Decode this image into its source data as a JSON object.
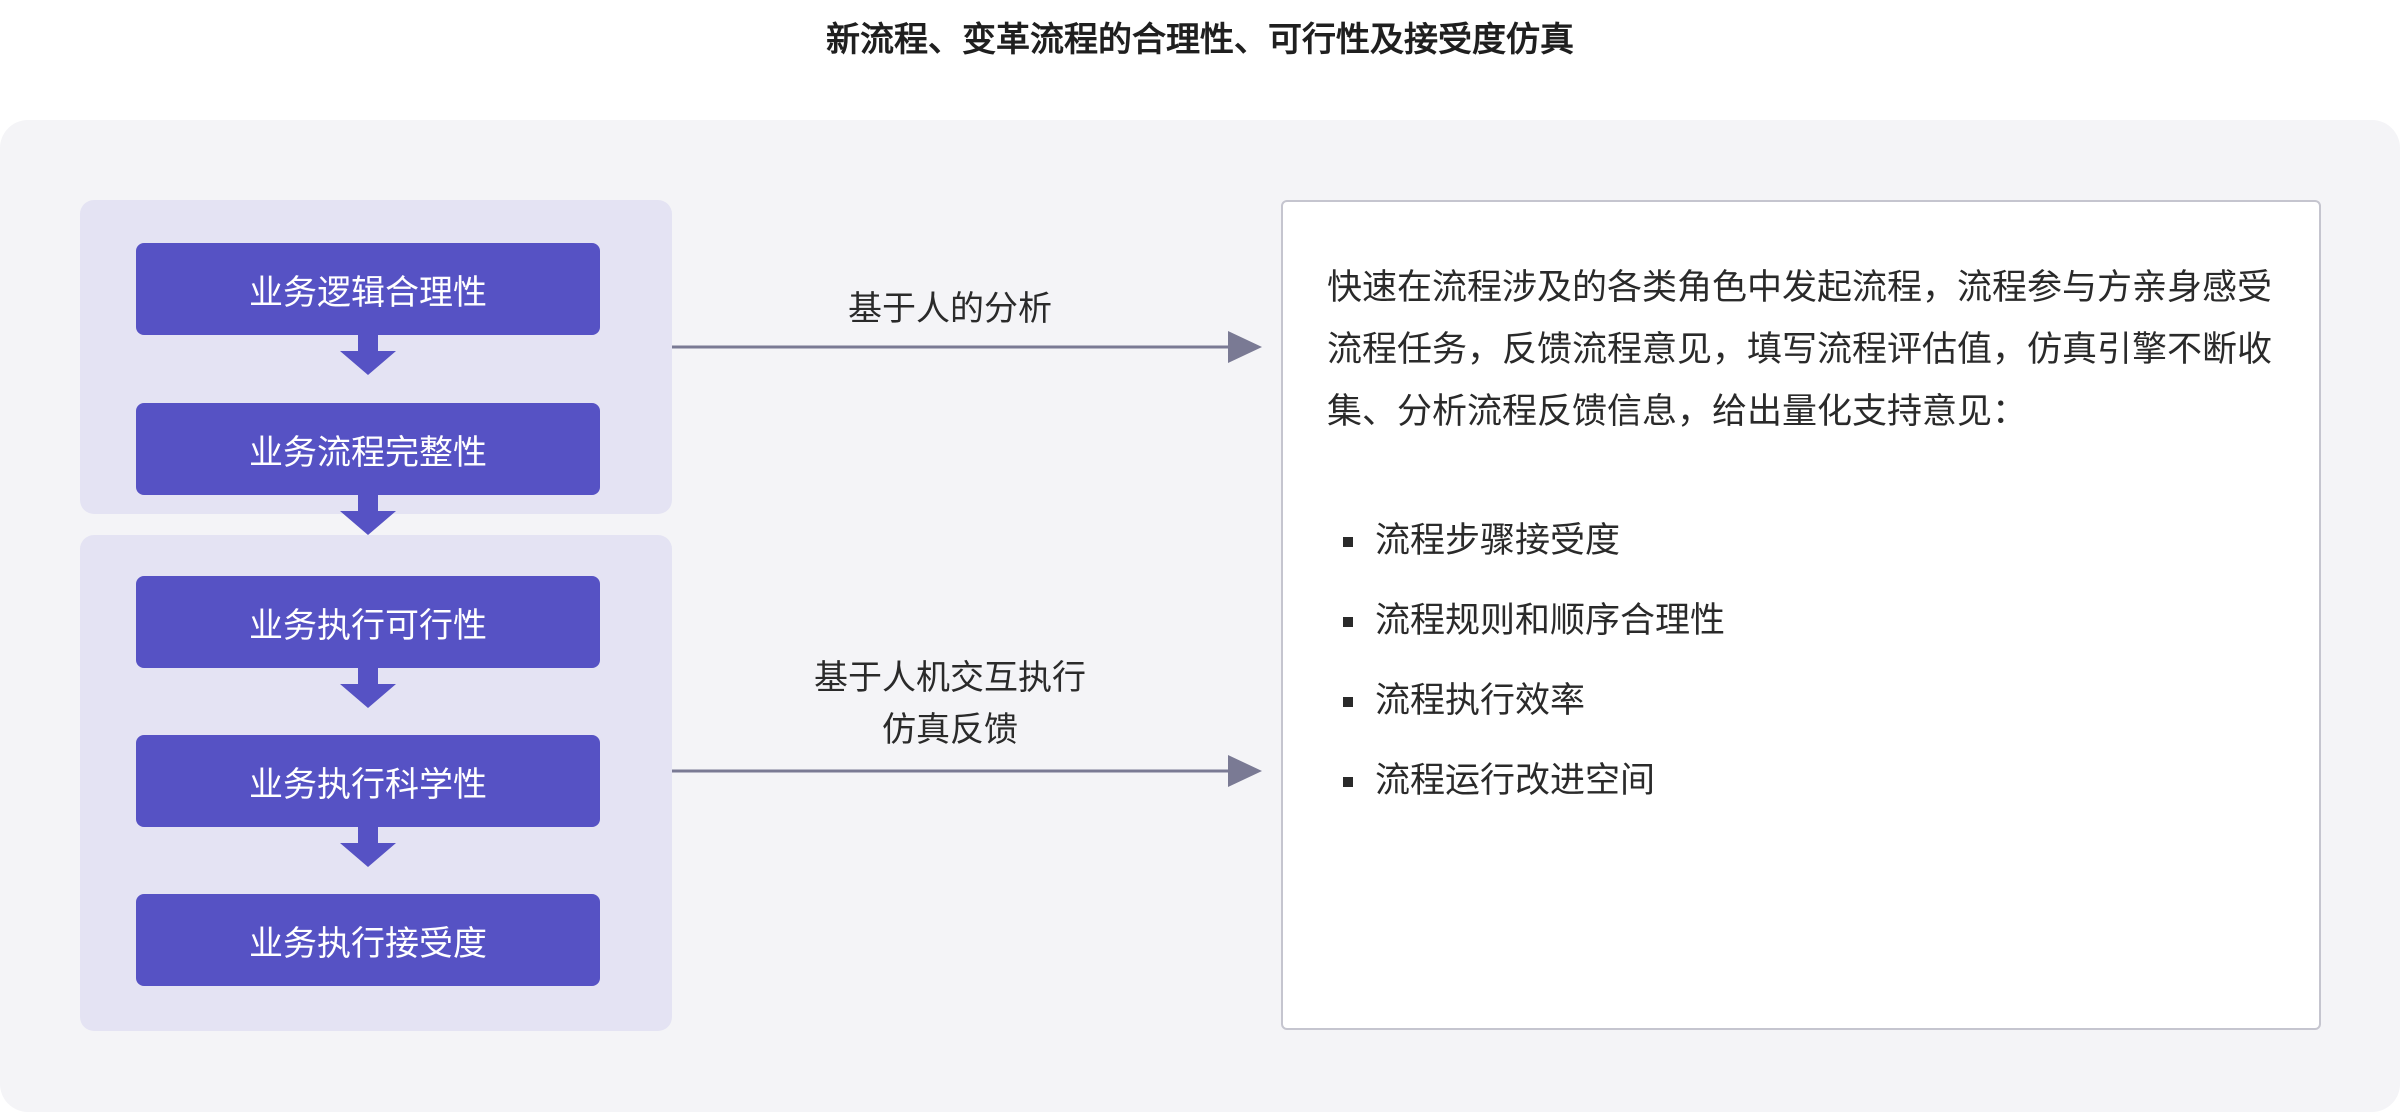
{
  "title": "新流程、变革流程的合理性、可行性及接受度仿真",
  "steps": [
    "业务逻辑合理性",
    "业务流程完整性",
    "业务执行可行性",
    "业务执行科学性",
    "业务执行接受度"
  ],
  "connectors": {
    "human": "基于人的分析",
    "hci_line1": "基于人机交互执行",
    "hci_line2": "仿真反馈"
  },
  "result": {
    "description": "快速在流程涉及的各类角色中发起流程，流程参与方亲身感受流程任务，反馈流程意见，填写流程评估值，仿真引擎不断收集、分析流程反馈信息，给出量化支持意见：",
    "items": [
      "流程步骤接受度",
      "流程规则和顺序合理性",
      "流程执行效率",
      "流程运行改进空间"
    ]
  },
  "colors": {
    "step_fill": "#5652c4",
    "group_fill": "#e4e3f3",
    "panel_fill": "#f4f4f7",
    "connector": "#7a7a94"
  }
}
